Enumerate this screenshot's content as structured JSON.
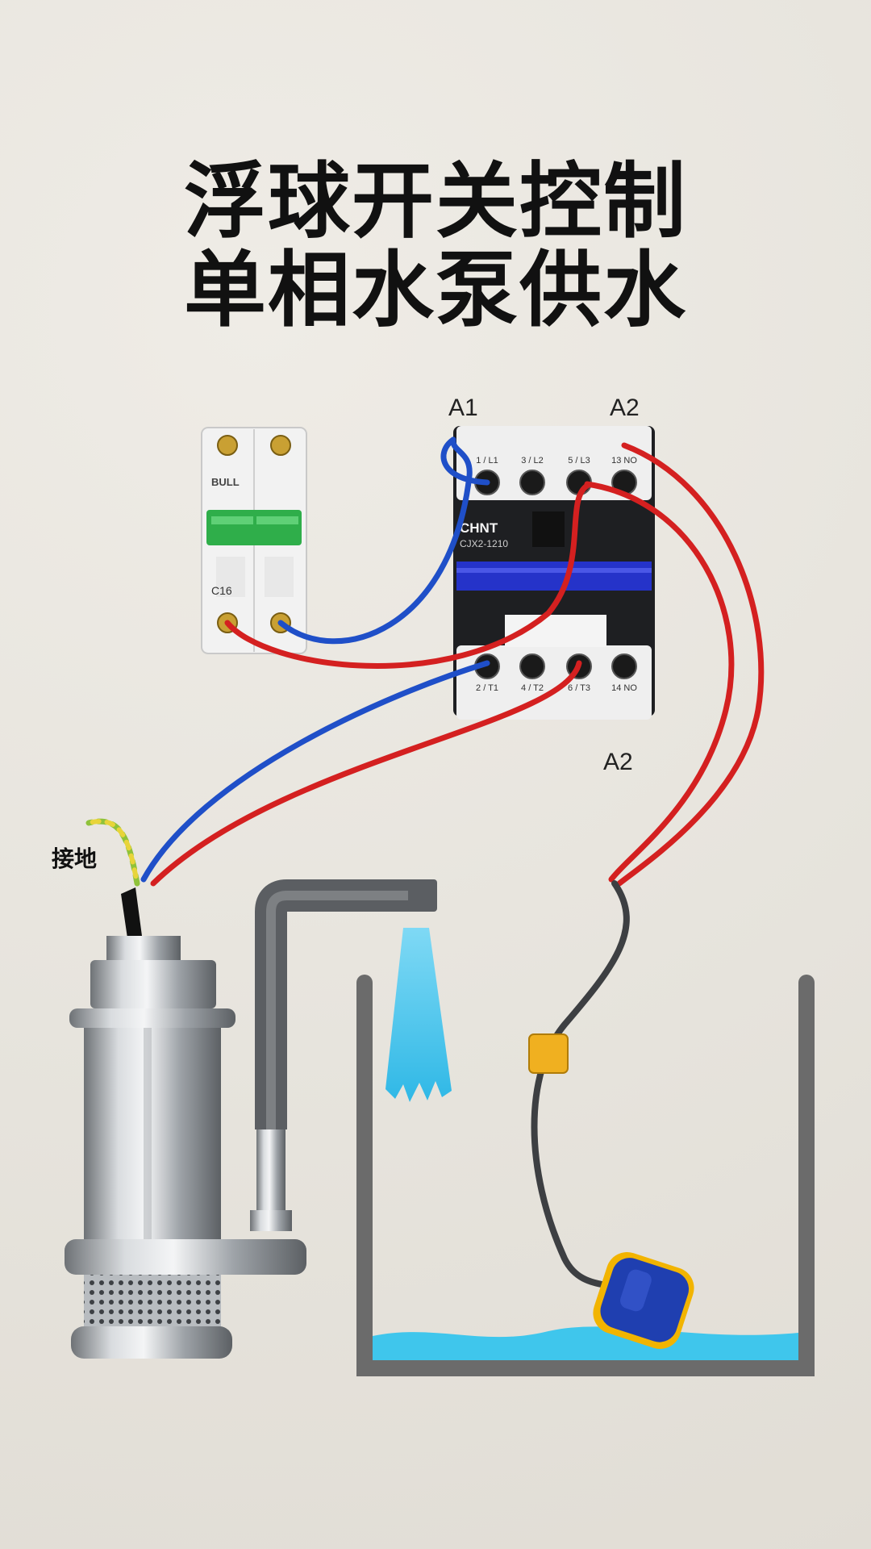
{
  "title": {
    "line1": "浮球开关控制",
    "line2": "单相水泵供水"
  },
  "labels": {
    "a1_top": "A1",
    "a2_top": "A2",
    "a2_side": "A2",
    "ground": "接地"
  },
  "breaker": {
    "brand": "BULL",
    "rating": "C16"
  },
  "contactor": {
    "brand": "CHNT",
    "model": "CJX2-1210",
    "top_terminals": [
      "1 / L1",
      "3 / L2",
      "5 / L3",
      "13 NO"
    ],
    "bottom_terminals": [
      "2 / T1",
      "4 / T2",
      "6 / T3",
      "14 NO"
    ]
  },
  "colors": {
    "live_wire": "#d42020",
    "neutral_wire": "#1f4fc8",
    "ground_wire": "#8fc23a",
    "water": "#3fc6ec",
    "tank": "#6b6b6b",
    "float_body": "#1f3fb0",
    "float_cap": "#f2b400"
  }
}
